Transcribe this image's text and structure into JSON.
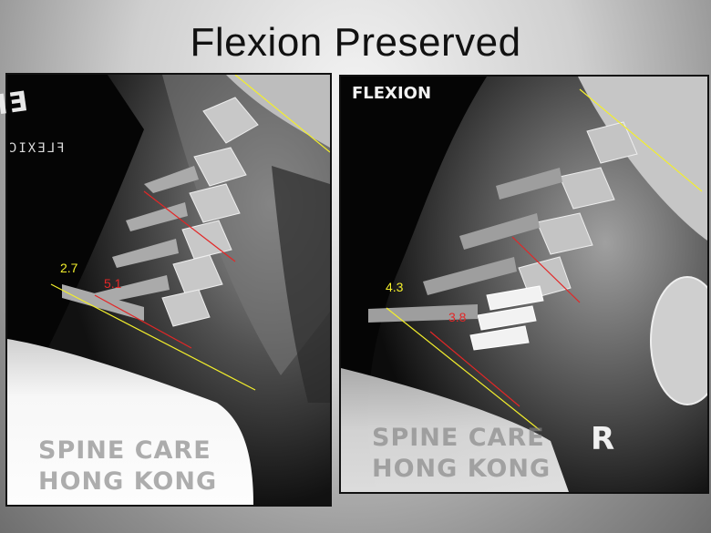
{
  "title": "Flexion Preserved",
  "left_panel": {
    "marker_top": "ERECT",
    "marker_small": "FLEXIC",
    "yellow_measure": "2.7",
    "red_measure": "5.1",
    "watermark_line1": "SPINE CARE",
    "watermark_line2": "HONG KONG"
  },
  "right_panel": {
    "marker_top": "FLEXION",
    "yellow_measure": "4.3",
    "red_measure": "3.8",
    "watermark_line1": "SPINE CARE",
    "watermark_line2": "HONG KONG",
    "side_marker": "R"
  },
  "colors": {
    "measure_line_yellow": "#f3ef2c",
    "measure_line_red": "#e22727"
  }
}
